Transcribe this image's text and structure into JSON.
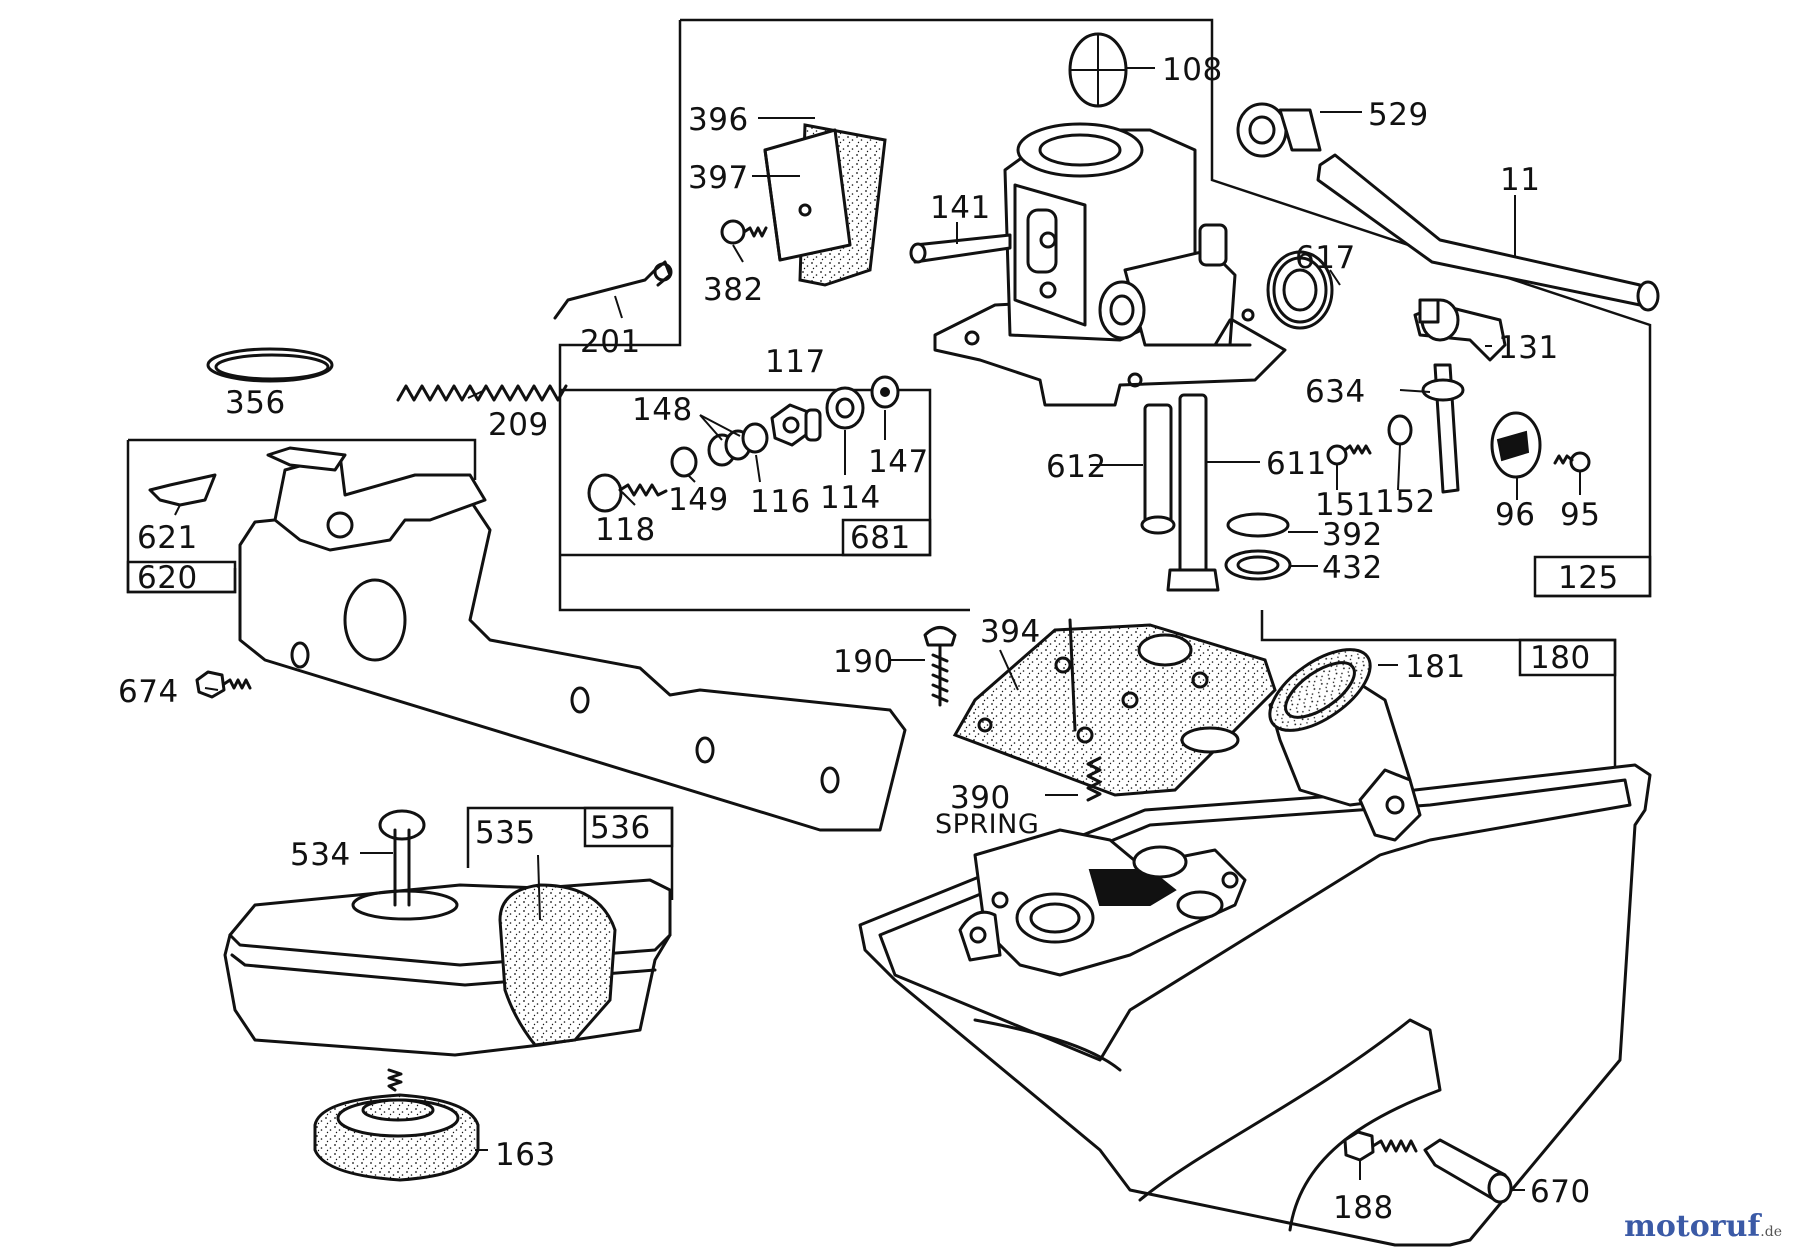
{
  "callouts": [
    {
      "id": "c108",
      "text": "108"
    },
    {
      "id": "c396",
      "text": "396"
    },
    {
      "id": "c397",
      "text": "397"
    },
    {
      "id": "c382",
      "text": "382"
    },
    {
      "id": "c141",
      "text": "141"
    },
    {
      "id": "c529",
      "text": "529"
    },
    {
      "id": "c11",
      "text": "11"
    },
    {
      "id": "c617",
      "text": "617"
    },
    {
      "id": "c201",
      "text": "201"
    },
    {
      "id": "c356",
      "text": "356"
    },
    {
      "id": "c209",
      "text": "209"
    },
    {
      "id": "c117",
      "text": "117"
    },
    {
      "id": "c148",
      "text": "148"
    },
    {
      "id": "c147",
      "text": "147"
    },
    {
      "id": "c149",
      "text": "149"
    },
    {
      "id": "c116",
      "text": "116"
    },
    {
      "id": "c114",
      "text": "114"
    },
    {
      "id": "c118",
      "text": "118"
    },
    {
      "id": "c681",
      "text": "681"
    },
    {
      "id": "c131",
      "text": "131"
    },
    {
      "id": "c634",
      "text": "634"
    },
    {
      "id": "c612",
      "text": "612"
    },
    {
      "id": "c611",
      "text": "611"
    },
    {
      "id": "c151",
      "text": "151"
    },
    {
      "id": "c152",
      "text": "152"
    },
    {
      "id": "c96",
      "text": "96"
    },
    {
      "id": "c95",
      "text": "95"
    },
    {
      "id": "c392",
      "text": "392"
    },
    {
      "id": "c432",
      "text": "432"
    },
    {
      "id": "c125",
      "text": "125"
    },
    {
      "id": "c621",
      "text": "621"
    },
    {
      "id": "c620",
      "text": "620"
    },
    {
      "id": "c674",
      "text": "674"
    },
    {
      "id": "c190",
      "text": "190"
    },
    {
      "id": "c394",
      "text": "394"
    },
    {
      "id": "c181",
      "text": "181"
    },
    {
      "id": "c180",
      "text": "180"
    },
    {
      "id": "c390",
      "text": "390"
    },
    {
      "id": "cspring",
      "text": "SPRING"
    },
    {
      "id": "c534",
      "text": "534"
    },
    {
      "id": "c535",
      "text": "535"
    },
    {
      "id": "c536",
      "text": "536"
    },
    {
      "id": "c163",
      "text": "163"
    },
    {
      "id": "c188",
      "text": "188"
    },
    {
      "id": "c670",
      "text": "670"
    }
  ],
  "watermark": {
    "main": "motoruf",
    "tld": ".de"
  }
}
